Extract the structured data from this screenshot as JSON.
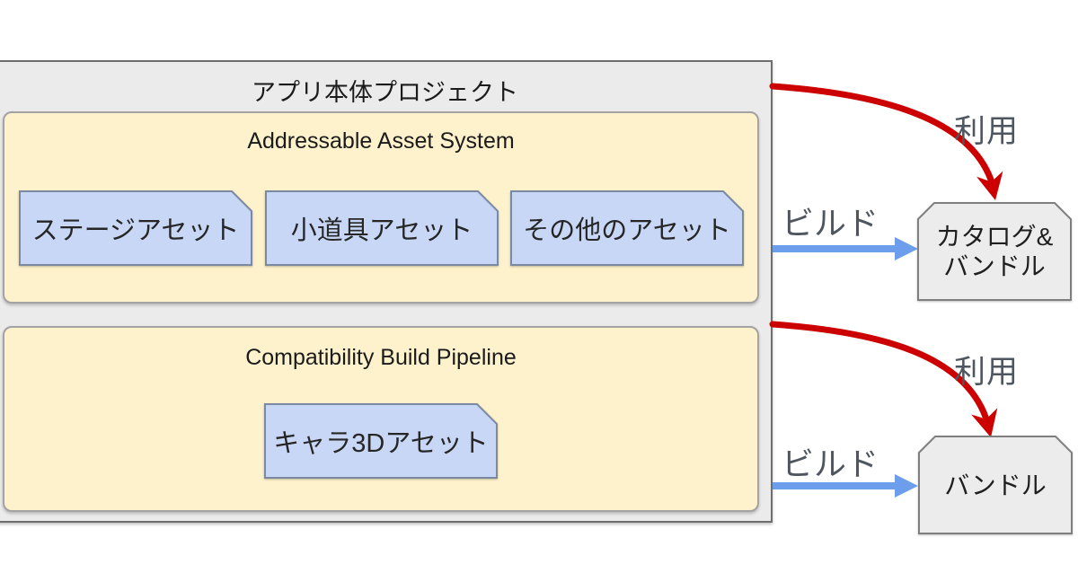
{
  "diagram": {
    "container_title": "アプリ本体プロジェクト",
    "sections": [
      {
        "title": "Addressable Asset System",
        "assets": [
          {
            "label": "ステージアセット"
          },
          {
            "label": "小道具アセット"
          },
          {
            "label": "その他のアセット"
          }
        ]
      },
      {
        "title": "Compatibility Build Pipeline",
        "assets": [
          {
            "label": "キャラ3Dアセット"
          }
        ]
      }
    ],
    "flows": [
      {
        "build_label": "ビルド",
        "use_label": "利用",
        "target_lines": [
          "カタログ&",
          "バンドル"
        ]
      },
      {
        "build_label": "ビルド",
        "use_label": "利用",
        "target_lines": [
          "バンドル"
        ]
      }
    ],
    "colors": {
      "arrow_build": "#6d9eeb",
      "arrow_use": "#cc0000",
      "asset_fill": "#c8d7f5",
      "asset_stroke": "#7c89a3",
      "section_fill": "#fdf2cc",
      "container_fill": "#ebebeb",
      "output_fill": "#ececec",
      "output_stroke": "#7f7f7f"
    }
  }
}
